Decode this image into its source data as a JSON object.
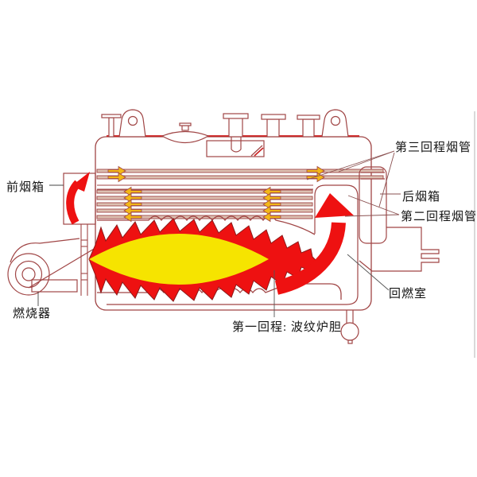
{
  "diagram": {
    "subject": "three-pass fire-tube boiler cutaway",
    "background": "#ffffff",
    "colors": {
      "line": "#a04545",
      "accent_red": "#cc2020",
      "flame_red": "#ee1111",
      "flame_outline": "#8b1a1a",
      "flame_yellow": "#f6e400",
      "arrow_yellow": "#f2b818",
      "tube_fill": "#dcc0b2",
      "leader": "#8a5050",
      "text": "#141414"
    },
    "labels": {
      "front_smoke_box": "前烟箱",
      "burner": "燃烧器",
      "third_pass_tubes": "第三回程烟管",
      "rear_smoke_box": "后烟箱",
      "second_pass_tubes": "第二回程烟管",
      "reburn_chamber": "回燃室",
      "first_pass": "第一回程: 波纹炉胆"
    }
  }
}
